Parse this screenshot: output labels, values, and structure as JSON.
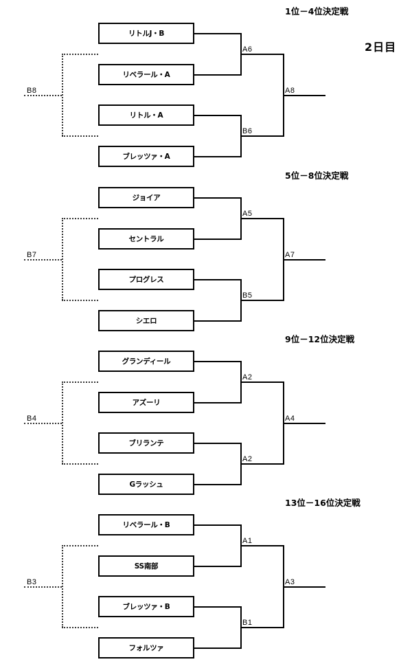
{
  "day_label": "2日目",
  "sections": [
    {
      "title": "1位－4位決定戦",
      "teams": [
        "リトルJ・B",
        "リベラール・A",
        "リトル・A",
        "ブレッツァ・A"
      ],
      "semi_top_label": "A6",
      "semi_bottom_label": "B6",
      "final_label": "A8",
      "bye_label": "B8"
    },
    {
      "title": "5位－8位決定戦",
      "teams": [
        "ジョイア",
        "セントラル",
        "プログレス",
        "シエロ"
      ],
      "semi_top_label": "A5",
      "semi_bottom_label": "B5",
      "final_label": "A7",
      "bye_label": "B7"
    },
    {
      "title": "9位－12位決定戦",
      "teams": [
        "グランディール",
        "アズーリ",
        "ブリランテ",
        "Gラッシュ"
      ],
      "semi_top_label": "A2",
      "semi_bottom_label": "A2",
      "final_label": "A4",
      "bye_label": "B4"
    },
    {
      "title": "13位－16位決定戦",
      "teams": [
        "リベラール・B",
        "SS南部",
        "ブレッツァ・B",
        "フォルツァ"
      ],
      "semi_top_label": "A1",
      "semi_bottom_label": "B1",
      "final_label": "A3",
      "bye_label": "B3"
    }
  ]
}
